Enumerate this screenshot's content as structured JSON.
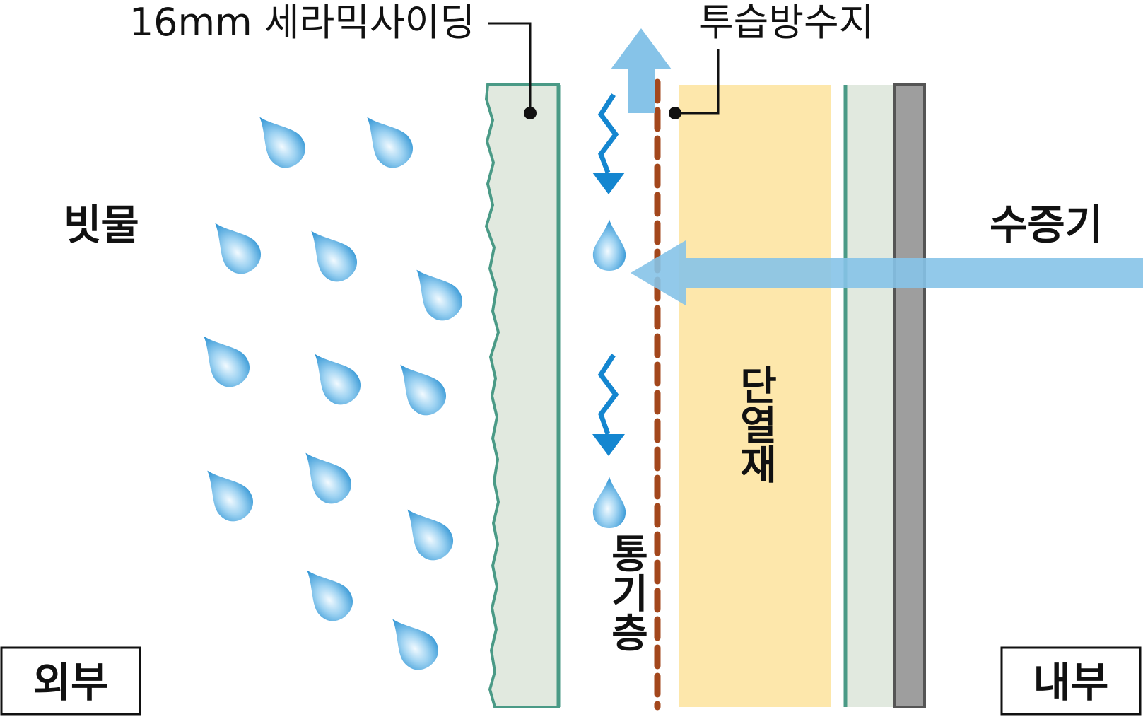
{
  "labels": {
    "ceramic_siding": "16mm 세라믹사이딩",
    "breathable_membrane": "투습방수지",
    "rainwater": "빗물",
    "water_vapor": "수증기",
    "insulation": "단열재",
    "air_gap": "통기층",
    "exterior": "외부",
    "interior": "내부"
  },
  "colors": {
    "siding_fill": "#e1e9df",
    "siding_edge": "#4a9a86",
    "insulation_fill": "#fde7ab",
    "membrane": "#a3471c",
    "vapor_arrow": "#86c3e8",
    "drip_arrow": "#1486d0",
    "drop_light": "#e9f6fd",
    "drop_dark": "#2f94d4",
    "wall_board": "#9e9e9e",
    "wall_board_edge": "#555555"
  },
  "icons": {
    "raindrop": "raindrop-icon",
    "drip_arrow": "zigzag-down-arrow-icon",
    "vapor_arrow": "wide-arrow-icon"
  }
}
